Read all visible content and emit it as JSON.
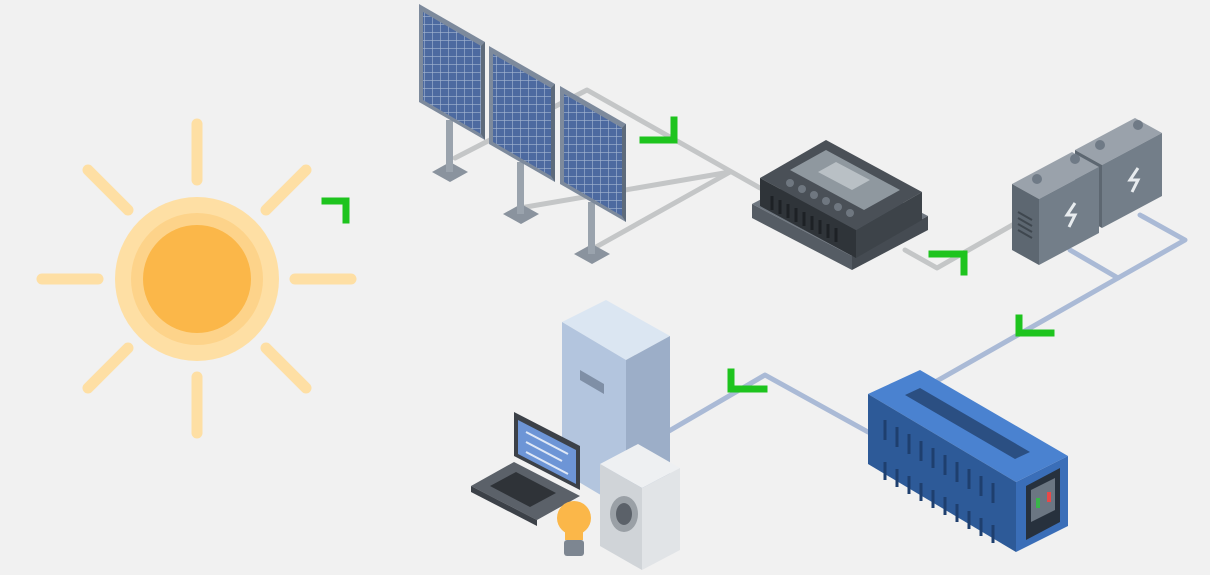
{
  "diagram": {
    "background": "#f1f1f1",
    "nodes": [
      {
        "id": "sun",
        "icon": "sun-icon"
      },
      {
        "id": "solar-panels",
        "icon": "solar-panel-icon",
        "count": 3
      },
      {
        "id": "charge-controller",
        "icon": "charge-controller-icon"
      },
      {
        "id": "batteries",
        "icon": "battery-icon",
        "count": 2
      },
      {
        "id": "inverter",
        "icon": "inverter-icon"
      },
      {
        "id": "household-loads",
        "icons": [
          "refrigerator-icon",
          "laptop-icon",
          "light-bulb-icon",
          "washing-machine-icon"
        ]
      }
    ],
    "flow": [
      "sun",
      "solar-panels",
      "charge-controller",
      "batteries",
      "inverter",
      "household-loads"
    ],
    "colors": {
      "sun_core": "#fbb749",
      "sun_ring": "#fdd38a",
      "sun_ray": "#fedfa4",
      "arrow": "#1ec41e",
      "wire_dc": "#c4c6c7",
      "wire_ac": "#aabad6",
      "panel_cell": "#4d6aa0",
      "inverter_blue": "#3a6eb8",
      "battery_gray": "#6f7a86"
    }
  }
}
